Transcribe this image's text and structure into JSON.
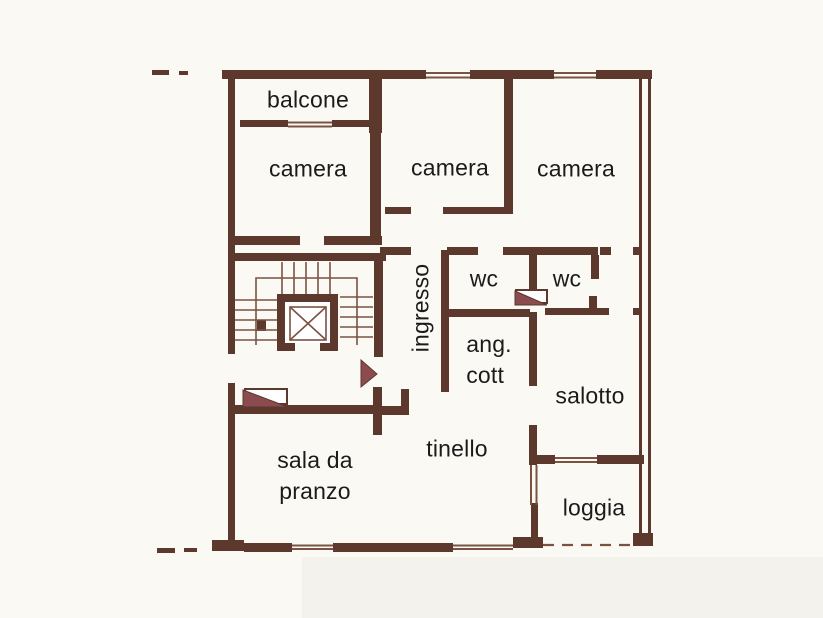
{
  "drawing_title": "apartment floor plan",
  "colors": {
    "paper": "#fbf9f3",
    "wall": "#5c382d",
    "wall_thin": "#7a5242",
    "door_fill": "#8c4b4e",
    "text": "#1b1b1b",
    "scan_tint": "#efede5"
  },
  "rooms": [
    {
      "id": "balcone",
      "label": "balcone"
    },
    {
      "id": "camera-1",
      "label": "camera"
    },
    {
      "id": "camera-2",
      "label": "camera"
    },
    {
      "id": "camera-3",
      "label": "camera"
    },
    {
      "id": "wc-1",
      "label": "wc"
    },
    {
      "id": "wc-2",
      "label": "wc"
    },
    {
      "id": "ingresso",
      "label": "ingresso"
    },
    {
      "id": "ang-cott",
      "label": "ang.\ncott"
    },
    {
      "id": "salotto",
      "label": "salotto"
    },
    {
      "id": "tinello",
      "label": "tinello"
    },
    {
      "id": "sala-da-pranzo",
      "label": "sala da\npranzo"
    },
    {
      "id": "loggia",
      "label": "loggia"
    }
  ],
  "features": {
    "elevator": "elevator shaft with X cross",
    "staircase": "stair treads around elevator",
    "entrance_door": "dark triangle door marker",
    "door_swings": 2,
    "property_line_dashes": 4
  }
}
